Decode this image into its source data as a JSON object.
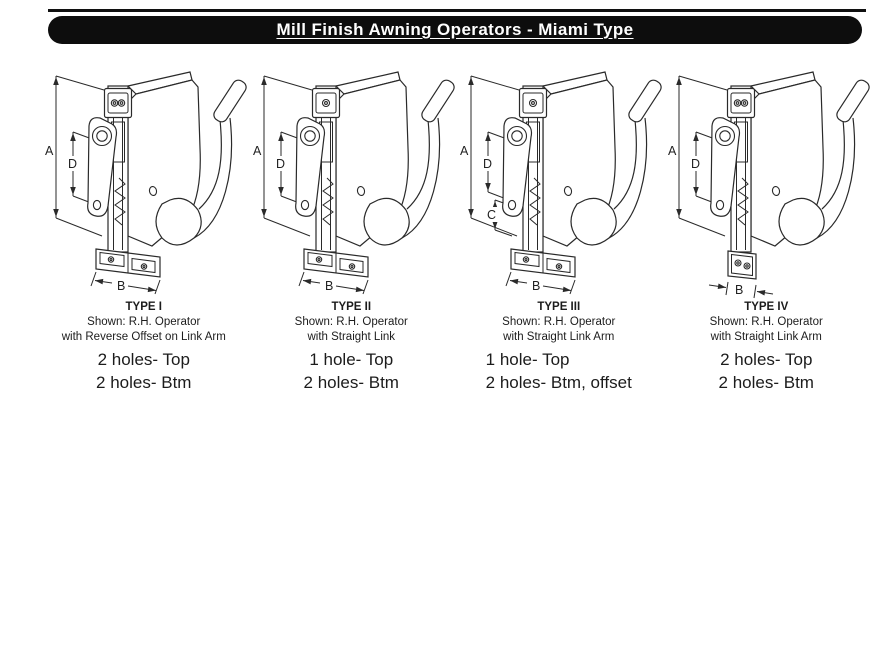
{
  "page": {
    "title": "Mill Finish Awning Operators - Miami Type"
  },
  "colors": {
    "header_bg": "#0d0d0d",
    "header_text": "#ffffff",
    "line": "#2a2a2a"
  },
  "operators": [
    {
      "type_label": "TYPE I",
      "shown_line_1": "Shown: R.H. Operator",
      "shown_line_2": "with Reverse Offset on Link Arm",
      "holes_top": "2 holes- Top",
      "holes_bottom": "2 holes- Btm",
      "dims": {
        "a": "A",
        "d": "D",
        "b": "B"
      },
      "figure": {
        "top_holes": 2,
        "bottom_holes": 2,
        "foot": "wide",
        "show_c": false
      }
    },
    {
      "type_label": "TYPE II",
      "shown_line_1": "Shown: R.H. Operator",
      "shown_line_2": "with Straight Link",
      "holes_top": "1 hole- Top",
      "holes_bottom": "2 holes- Btm",
      "dims": {
        "a": "A",
        "d": "D",
        "b": "B"
      },
      "figure": {
        "top_holes": 1,
        "bottom_holes": 2,
        "foot": "wide",
        "show_c": false
      }
    },
    {
      "type_label": "TYPE III",
      "shown_line_1": "Shown: R.H. Operator",
      "shown_line_2": "with Straight Link Arm",
      "holes_top": "1 hole- Top",
      "holes_bottom": "2 holes- Btm, offset",
      "dims": {
        "a": "A",
        "d": "D",
        "c": "C",
        "b": "B"
      },
      "figure": {
        "top_holes": 1,
        "bottom_holes": 2,
        "foot": "wide",
        "show_c": true
      }
    },
    {
      "type_label": "TYPE IV",
      "shown_line_1": "Shown: R.H. Operator",
      "shown_line_2": "with Straight Link Arm",
      "holes_top": "2 holes- Top",
      "holes_bottom": "2 holes- Btm",
      "dims": {
        "a": "A",
        "d": "D",
        "b": "B"
      },
      "figure": {
        "top_holes": 2,
        "bottom_holes": 2,
        "foot": "narrow",
        "show_c": false
      }
    }
  ]
}
